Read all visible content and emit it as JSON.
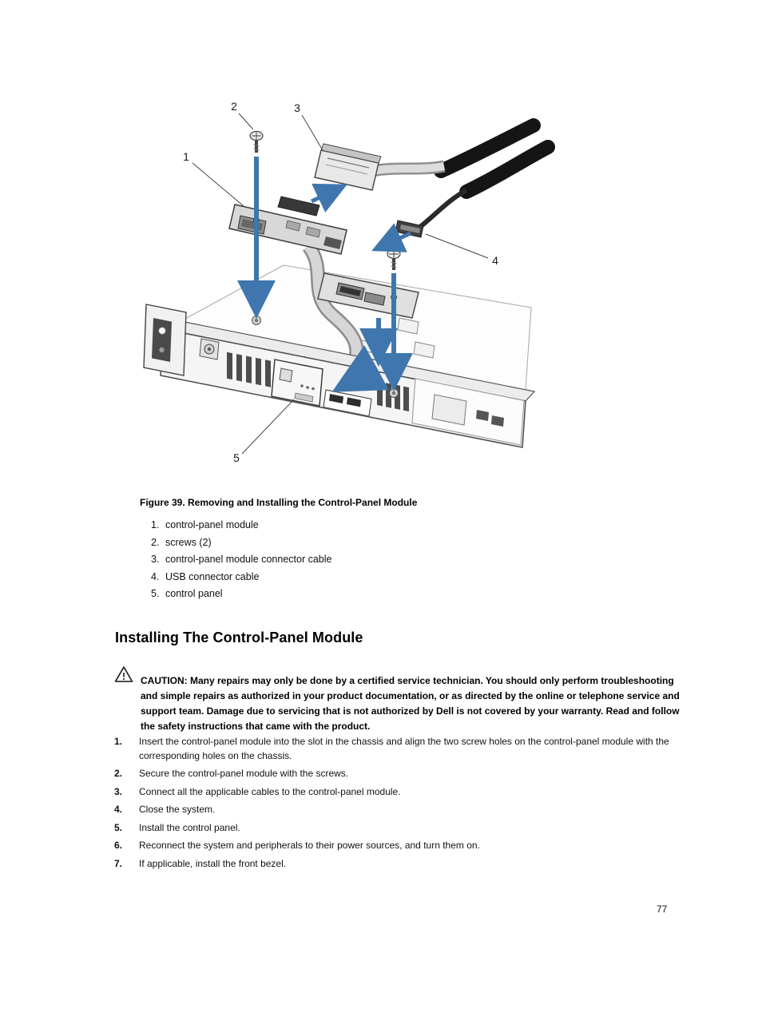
{
  "page": {
    "number": "77"
  },
  "figure": {
    "caption": "Figure 39. Removing and Installing the Control-Panel Module",
    "callouts": [
      "1",
      "2",
      "3",
      "4",
      "5"
    ]
  },
  "parts": [
    {
      "num": "1.",
      "label": "control-panel module"
    },
    {
      "num": "2.",
      "label": "screws (2)"
    },
    {
      "num": "3.",
      "label": "control-panel module connector cable"
    },
    {
      "num": "4.",
      "label": "USB connector cable"
    },
    {
      "num": "5.",
      "label": "control panel"
    }
  ],
  "section": {
    "heading": "Installing The Control-Panel Module",
    "caution_label": "CAUTION: ",
    "caution_text": "Many repairs may only be done by a certified service technician. You should only perform troubleshooting and simple repairs as authorized in your product documentation, or as directed by the online or telephone service and support team. Damage due to servicing that is not authorized by Dell is not covered by your warranty. Read and follow the safety instructions that came with the product.",
    "steps": [
      {
        "num": "1.",
        "text": "Insert the control-panel module into the slot in the chassis and align the two screw holes on the control-panel module with the corresponding holes on the chassis."
      },
      {
        "num": "2.",
        "text": "Secure the control-panel module with the screws."
      },
      {
        "num": "3.",
        "text": "Connect all the applicable cables to the control-panel module."
      },
      {
        "num": "4.",
        "text": "Close the system."
      },
      {
        "num": "5.",
        "text": "Install the control panel."
      },
      {
        "num": "6.",
        "text": "Reconnect the system and peripherals to their power sources, and turn them on."
      },
      {
        "num": "7.",
        "text": "If applicable, install the front bezel."
      }
    ]
  }
}
